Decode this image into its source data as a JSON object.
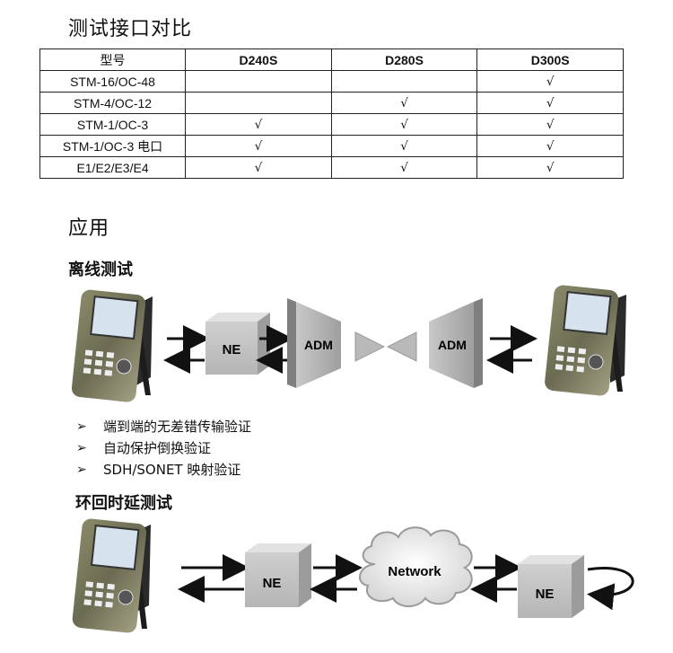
{
  "sections": {
    "compare_title": "测试接口对比",
    "app_title": "应用",
    "offline_title": "离线测试",
    "loop_title": "环回时延测试"
  },
  "table": {
    "headers": [
      "型号",
      "D240S",
      "D280S",
      "D300S"
    ],
    "check": "√",
    "rows": [
      {
        "model": "STM-16/OC-48",
        "d240s": "",
        "d280s": "",
        "d300s": "√"
      },
      {
        "model": "STM-4/OC-12",
        "d240s": "",
        "d280s": "√",
        "d300s": "√"
      },
      {
        "model": "STM-1/OC-3",
        "d240s": "√",
        "d280s": "√",
        "d300s": "√"
      },
      {
        "model": "STM-1/OC-3 电口",
        "d240s": "√",
        "d280s": "√",
        "d300s": "√"
      },
      {
        "model": "E1/E2/E3/E4",
        "d240s": "√",
        "d280s": "√",
        "d300s": "√"
      }
    ]
  },
  "offline_diagram": {
    "ne_label": "NE",
    "adm_label": "ADM"
  },
  "bullets": {
    "marker": "➢",
    "items": [
      "端到端的无差错传输验证",
      "自动保护倒换验证",
      "SDH/SONET 映射验证"
    ]
  },
  "loop_diagram": {
    "ne_label": "NE",
    "network_label": "Network"
  }
}
